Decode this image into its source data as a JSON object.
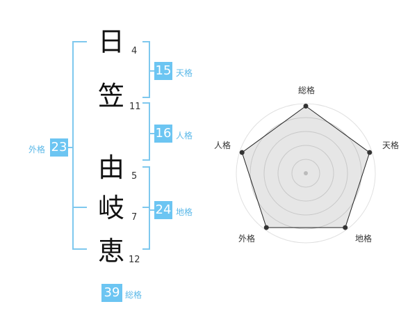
{
  "name": {
    "chars": [
      {
        "char": "日",
        "strokes": "4"
      },
      {
        "char": "笠",
        "strokes": "11"
      },
      {
        "char": "由",
        "strokes": "5"
      },
      {
        "char": "岐",
        "strokes": "7"
      },
      {
        "char": "恵",
        "strokes": "12"
      }
    ]
  },
  "kakusu": {
    "tenkaku": {
      "value": "15",
      "label": "天格"
    },
    "jinkaku": {
      "value": "16",
      "label": "人格"
    },
    "chikaku": {
      "value": "24",
      "label": "地格"
    },
    "gaikaku": {
      "value": "23",
      "label": "外格"
    },
    "soukaku": {
      "value": "39",
      "label": "総格"
    }
  },
  "chart_data": {
    "type": "radar",
    "axes": [
      "総格",
      "天格",
      "地格",
      "外格",
      "人格"
    ],
    "values": [
      5,
      5,
      5,
      5,
      5
    ],
    "max": 5,
    "rings": 5,
    "grid": true
  },
  "colors": {
    "accent": "#6cc5f2",
    "bracket": "#7ec8ee",
    "label": "#5bb8e8",
    "radar_fill": "#d9d9d9",
    "radar_line": "#222222"
  }
}
